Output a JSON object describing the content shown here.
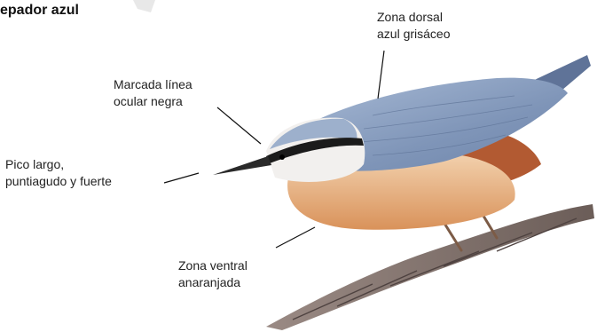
{
  "title": "epador azul",
  "labels": {
    "dorsal": "Zona dorsal\nazul grisáceo",
    "ocular": "Marcada línea\nocular negra",
    "pico": "Pico largo,\npuntiagudo y fuerte",
    "ventral": "Zona ventral\nanaranjada"
  },
  "colors": {
    "back": "#8a9fbf",
    "belly": "#e9b07c",
    "eyeline": "#1b1b1b",
    "branch": "#7a6a64"
  }
}
